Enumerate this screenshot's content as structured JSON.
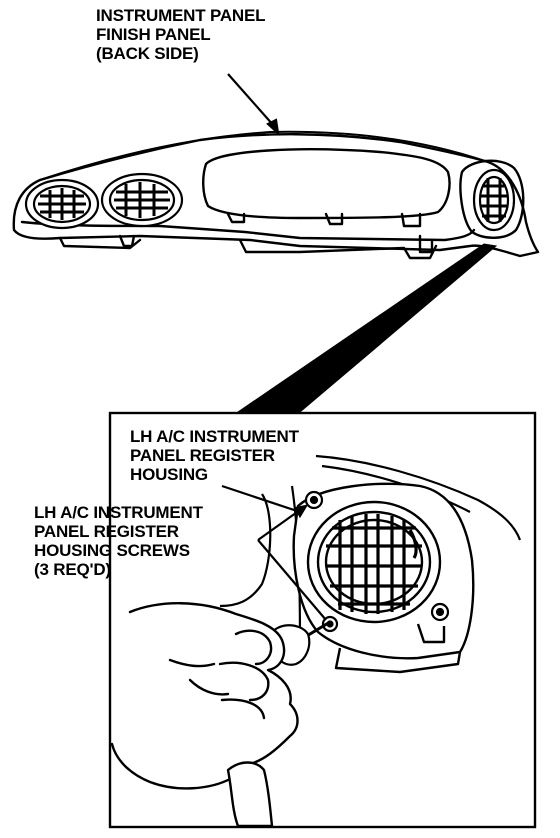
{
  "labels": {
    "finish_panel": [
      "INSTRUMENT PANEL",
      "FINISH PANEL",
      "(BACK SIDE)"
    ],
    "register_housing": [
      "LH A/C INSTRUMENT",
      "PANEL REGISTER",
      "HOUSING"
    ],
    "housing_screws": [
      "LH A/C INSTRUMENT",
      "PANEL REGISTER",
      "HOUSING SCREWS",
      "(3 REQ'D)"
    ]
  },
  "colors": {
    "ink": "#000000",
    "paper": "#ffffff"
  }
}
